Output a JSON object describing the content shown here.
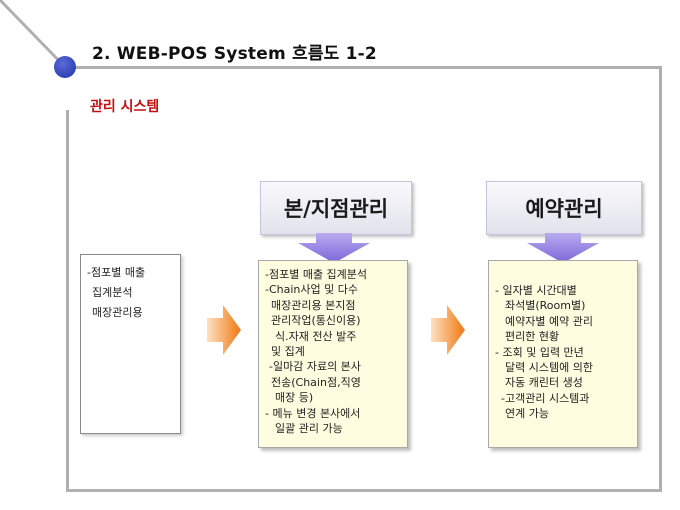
{
  "page_title": "2. WEB-POS System 흐름도 1-2",
  "section_title": "관리 시스템",
  "left_box": {
    "lines": [
      "-점포별 매출",
      "집계분석",
      "매장관리용"
    ]
  },
  "branch": {
    "title": "본/지점관리",
    "lines": [
      "-점포별 매출 집계분석",
      "-Chain사업 및 다수",
      " 매장관리용 본지점",
      " 관리작업(통신이용)",
      "  식.자재 전산 발주",
      " 및 집계",
      " -일마감 자료의 본사",
      " 전송(Chain점,직영",
      "  매장 등)",
      "- 메뉴 변경 본사에서",
      "  일괄 관리 가능"
    ]
  },
  "reserve": {
    "title": "예약관리",
    "lines": [
      "- 일자별 시간대별",
      "  좌석별(Room별)",
      "  예약자별 예약 관리",
      "  편리한 현황",
      "- 조회 및 입력 만년",
      "  달력 시스템에 의한",
      "  자동 캐린터 생성",
      " -고객관리 시스템과",
      "  연계 가능"
    ]
  },
  "colors": {
    "frame": "#b0b0b0",
    "accent_red": "#c41010",
    "bullet_blue": "#2232a8",
    "arrow_purple": "#8a78e0",
    "arrow_orange": "#f07810",
    "box_yellow": "#fffde0"
  }
}
